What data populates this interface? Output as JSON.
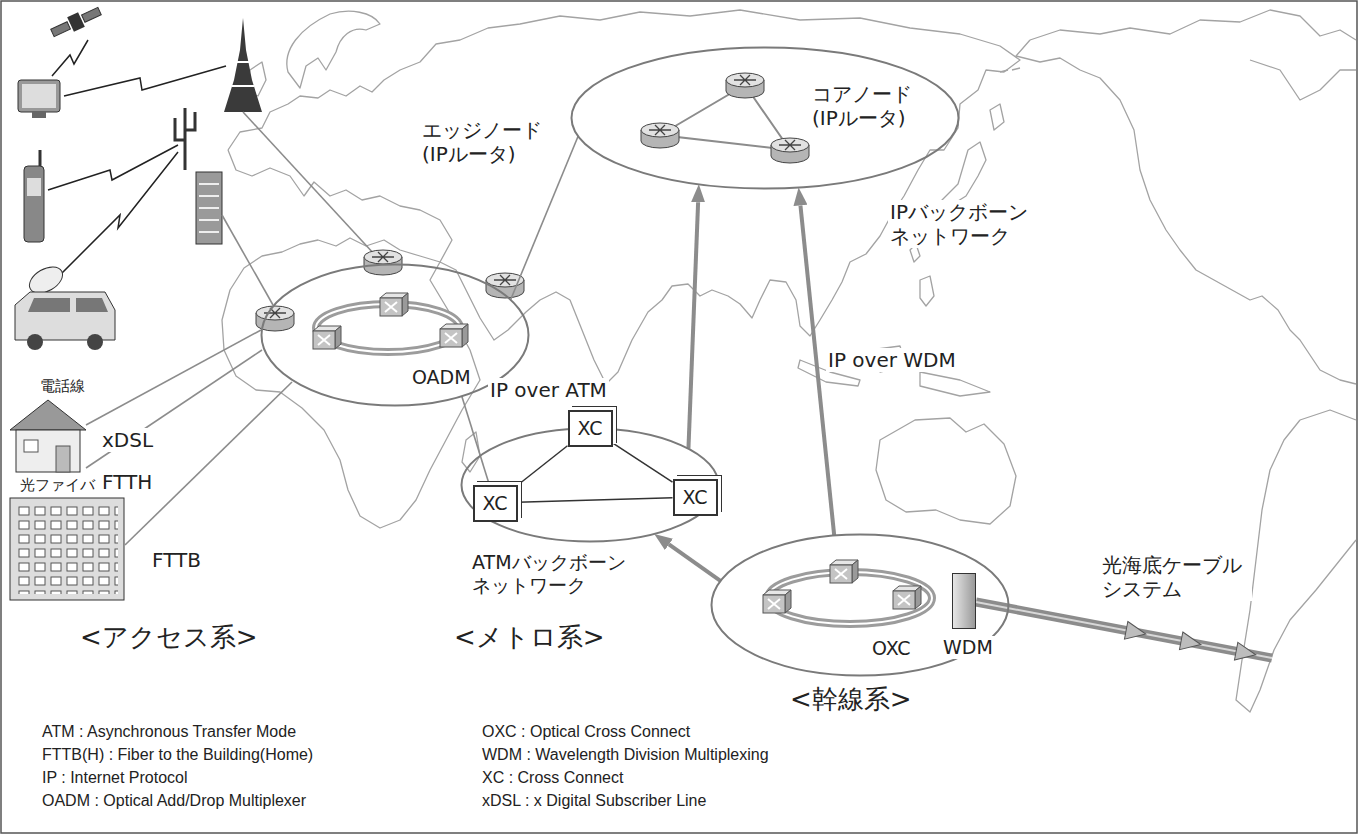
{
  "diagram": {
    "nodes": [
      {
        "text": [
          "コアノード (IPルータ)",
          "IPバックボーン ネットワーク"
        ]
      },
      {
        "text": [
          "OADM"
        ]
      },
      {
        "text": [
          "ATMバックボーン ネットワーク"
        ]
      },
      {
        "text": [
          "XC"
        ],
        "in": 2
      },
      {
        "text": [
          "XC"
        ],
        "in": 2
      },
      {
        "text": [
          "XC"
        ],
        "in": 2
      },
      {
        "text": [
          "OXC"
        ]
      },
      {
        "text": [
          "WDM"
        ],
        "in": 6
      }
    ],
    "edges": [
      {
        "from": 2,
        "to": 0,
        "arrow": "to",
        "label": "IP over ATM"
      },
      {
        "from": 6,
        "to": 0,
        "arrow": "to",
        "label": "IP over WDM"
      },
      {
        "from": 6,
        "to": 2,
        "arrow": "to"
      },
      {
        "from": 1,
        "to": 0,
        "arrow": "none"
      },
      {
        "from": 1,
        "to": 4,
        "arrow": "none"
      },
      {
        "from": 3,
        "to": 4,
        "arrow": "none"
      },
      {
        "from": 3,
        "to": 5,
        "arrow": "none"
      },
      {
        "from": 4,
        "to": 5,
        "arrow": "none"
      }
    ],
    "labels": [
      "エッジノード (IPルータ)",
      "電話線",
      "xDSL",
      "FTTH",
      "光ファイバ",
      "FTTB",
      "光海底ケーブル システム",
      "<アクセス系>",
      "<メトロ系>",
      "<幹線系>",
      "ATM : Asynchronous Transfer Mode",
      "FTTB(H) : Fiber to the Building(Home)",
      "IP : Internet Protocol",
      "OADM : Optical Add/Drop Multiplexer",
      "OXC : Optical Cross Connect",
      "WDM : Wavelength Division Multiplexing",
      "XC : Cross Connect",
      "xDSL : x Digital Subscriber Line"
    ]
  }
}
